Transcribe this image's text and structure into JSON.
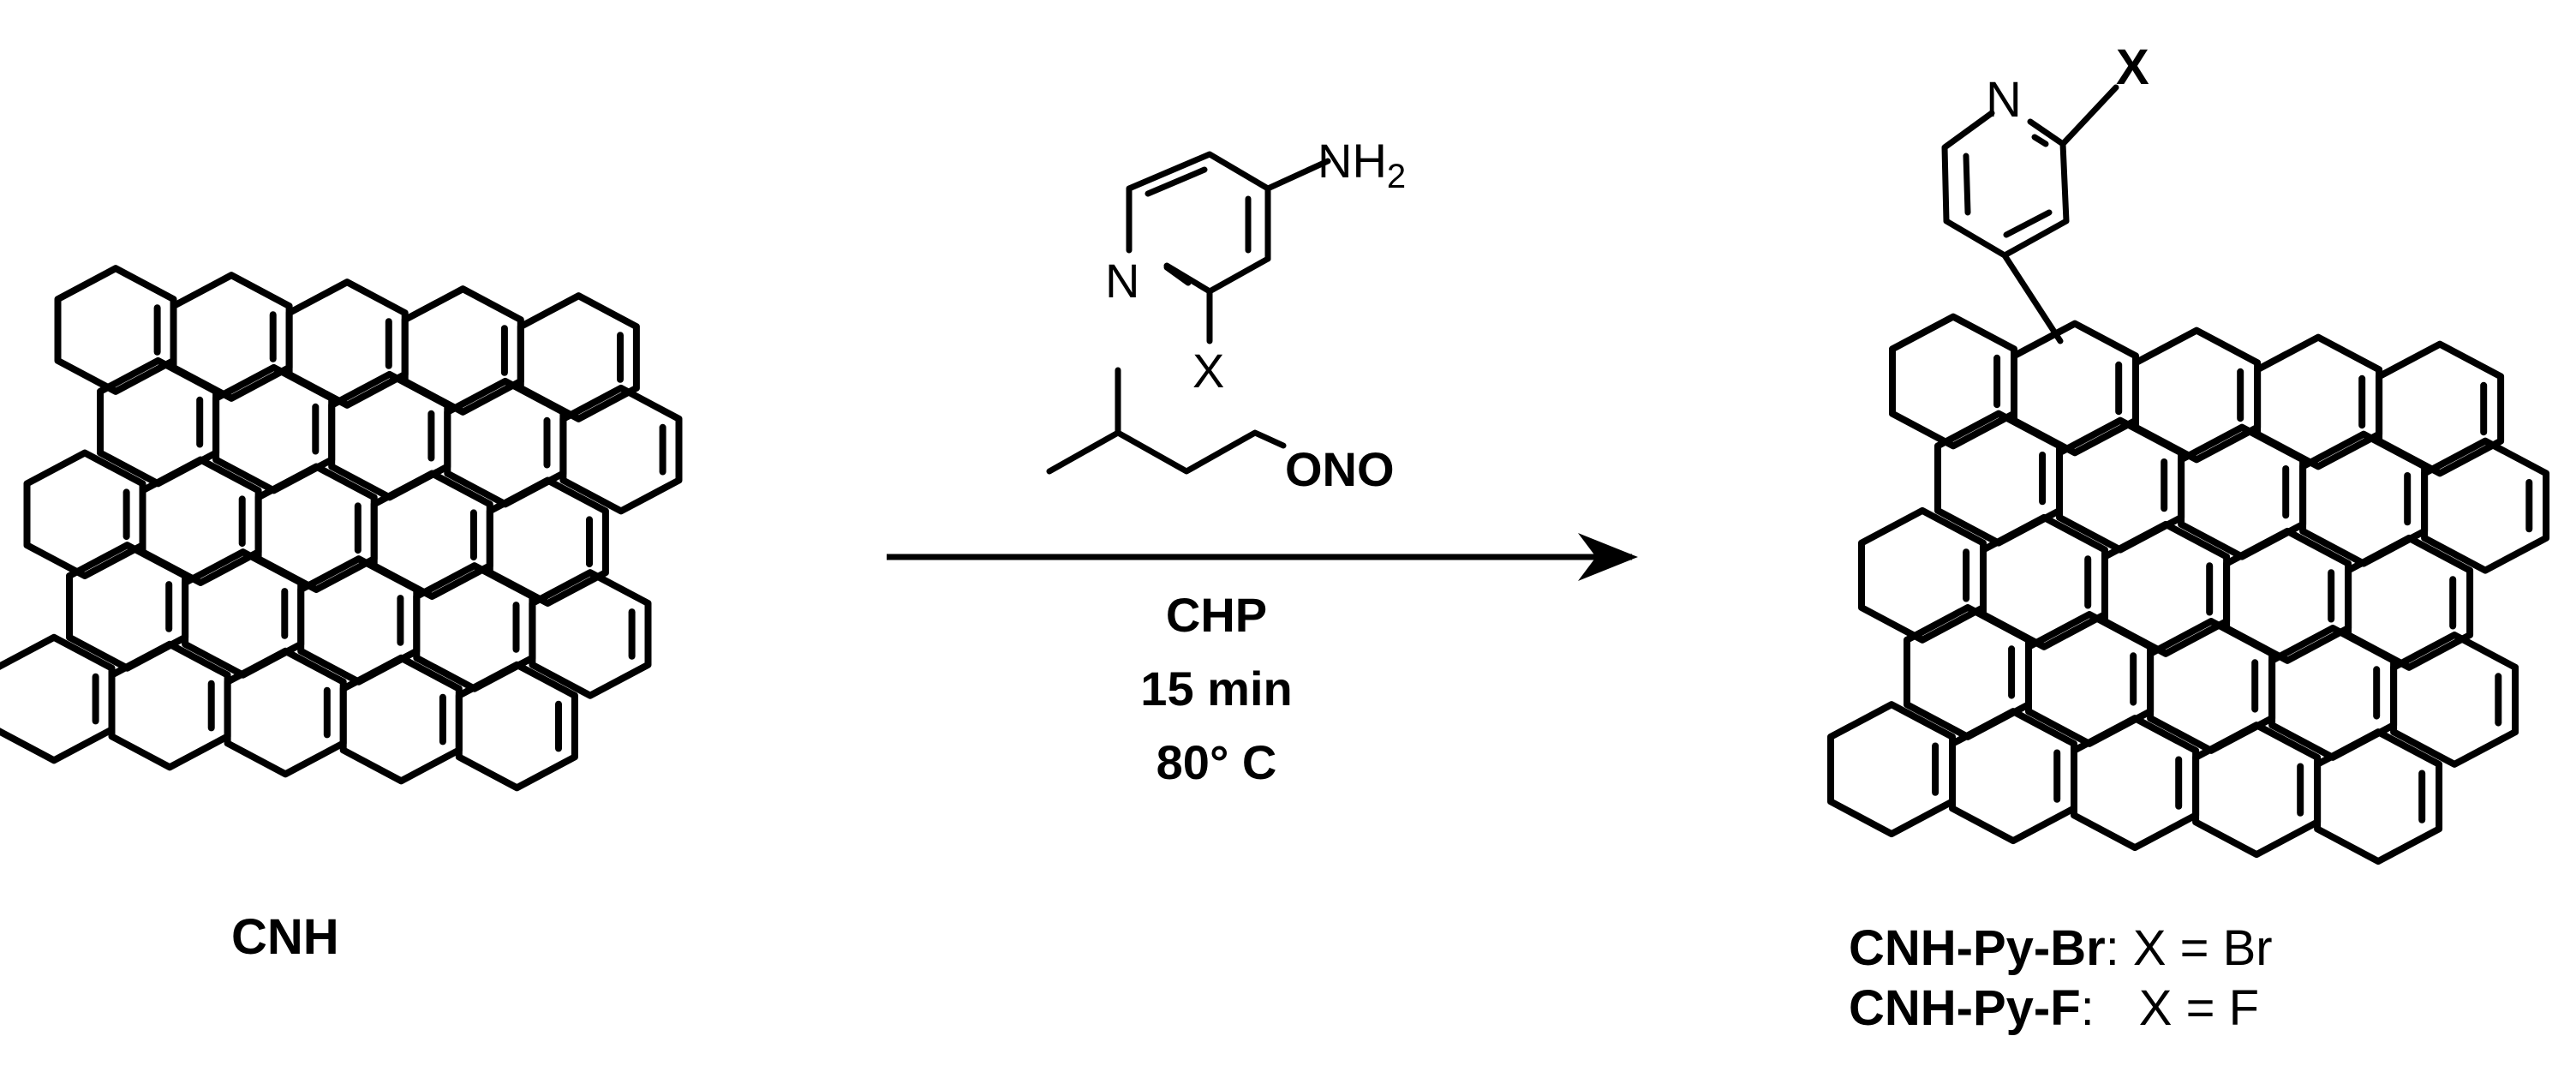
{
  "reactant": {
    "label": "CNH"
  },
  "reagent": {
    "ring_N": "N",
    "amine": "NH",
    "amine_sub": "2",
    "substituent": "X",
    "nitrite": "ONO"
  },
  "conditions": {
    "line1": "CHP",
    "line2": "15 min",
    "line3": "80° C"
  },
  "product": {
    "ring_N": "N",
    "substituent": "X",
    "labels": [
      {
        "name": "CNH-Py-Br",
        "sep": ":",
        "eq": "X = Br"
      },
      {
        "name": "CNH-Py-F",
        "sep": ":",
        "eq": "X = F"
      }
    ]
  }
}
